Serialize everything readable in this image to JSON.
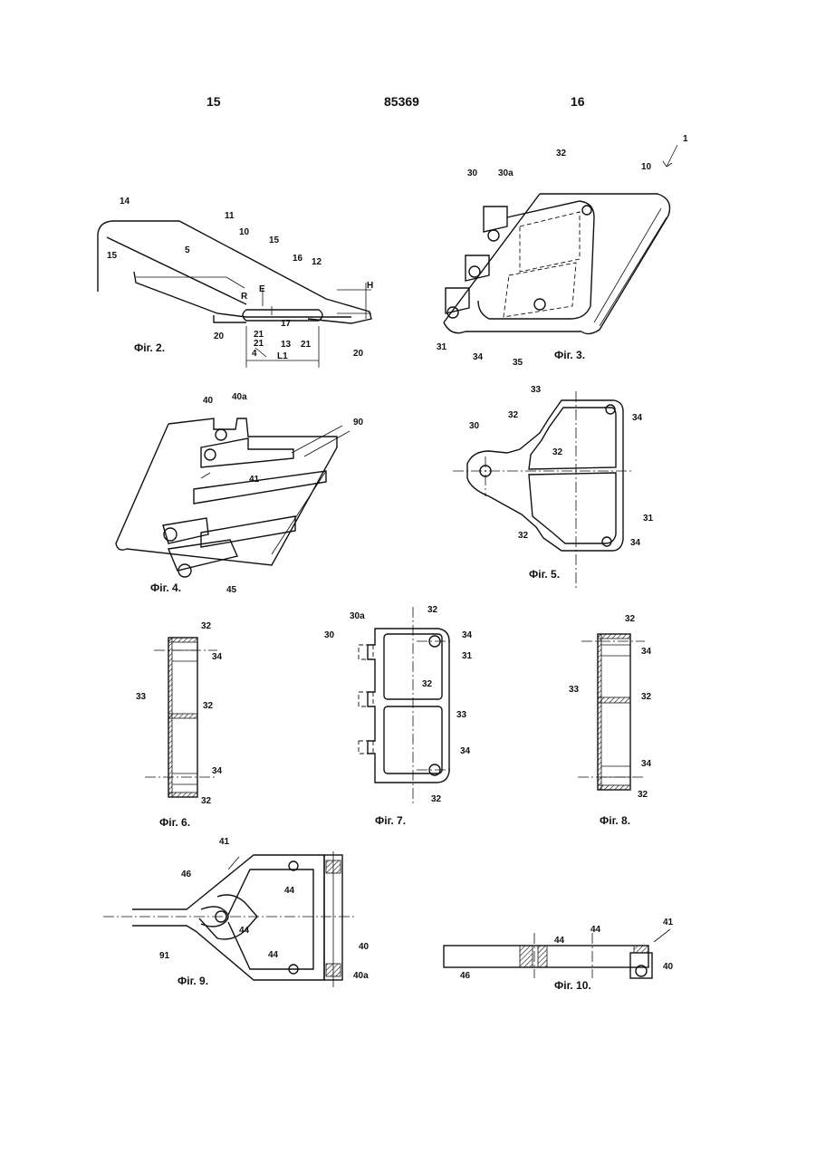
{
  "header": {
    "left_page": "15",
    "patent_number": "85369",
    "right_page": "16"
  },
  "figures": {
    "fig2": {
      "caption": "Фіг. 2.",
      "labels": [
        "14",
        "15",
        "11",
        "10",
        "15",
        "5",
        "16",
        "12",
        "H",
        "R",
        "E",
        "17",
        "20",
        "21",
        "13",
        "21",
        "20",
        "4",
        "L1",
        "21"
      ]
    },
    "fig3": {
      "caption": "Фіг. 3.",
      "labels": [
        "1",
        "32",
        "10",
        "30",
        "30a",
        "31",
        "34",
        "35"
      ]
    },
    "fig4": {
      "caption": "Фіг. 4.",
      "labels": [
        "40",
        "40a",
        "90",
        "41",
        "45"
      ]
    },
    "fig5": {
      "caption": "Фіг. 5.",
      "labels": [
        "33",
        "32",
        "34",
        "30",
        "32",
        "32",
        "31",
        "34"
      ]
    },
    "fig6": {
      "caption": "Фіг. 6.",
      "labels": [
        "32",
        "34",
        "33",
        "32",
        "34",
        "32"
      ]
    },
    "fig7": {
      "caption": "Фіг. 7.",
      "labels": [
        "30a",
        "32",
        "30",
        "34",
        "31",
        "32",
        "33",
        "34",
        "32"
      ]
    },
    "fig8": {
      "caption": "Фіг. 8.",
      "labels": [
        "32",
        "34",
        "33",
        "32",
        "34",
        "32"
      ]
    },
    "fig9": {
      "caption": "Фіг. 9.",
      "labels": [
        "41",
        "46",
        "44",
        "44",
        "44",
        "40",
        "91",
        "40a"
      ]
    },
    "fig10": {
      "caption": "Фіг. 10.",
      "labels": [
        "41",
        "44",
        "44",
        "46",
        "40"
      ]
    }
  }
}
